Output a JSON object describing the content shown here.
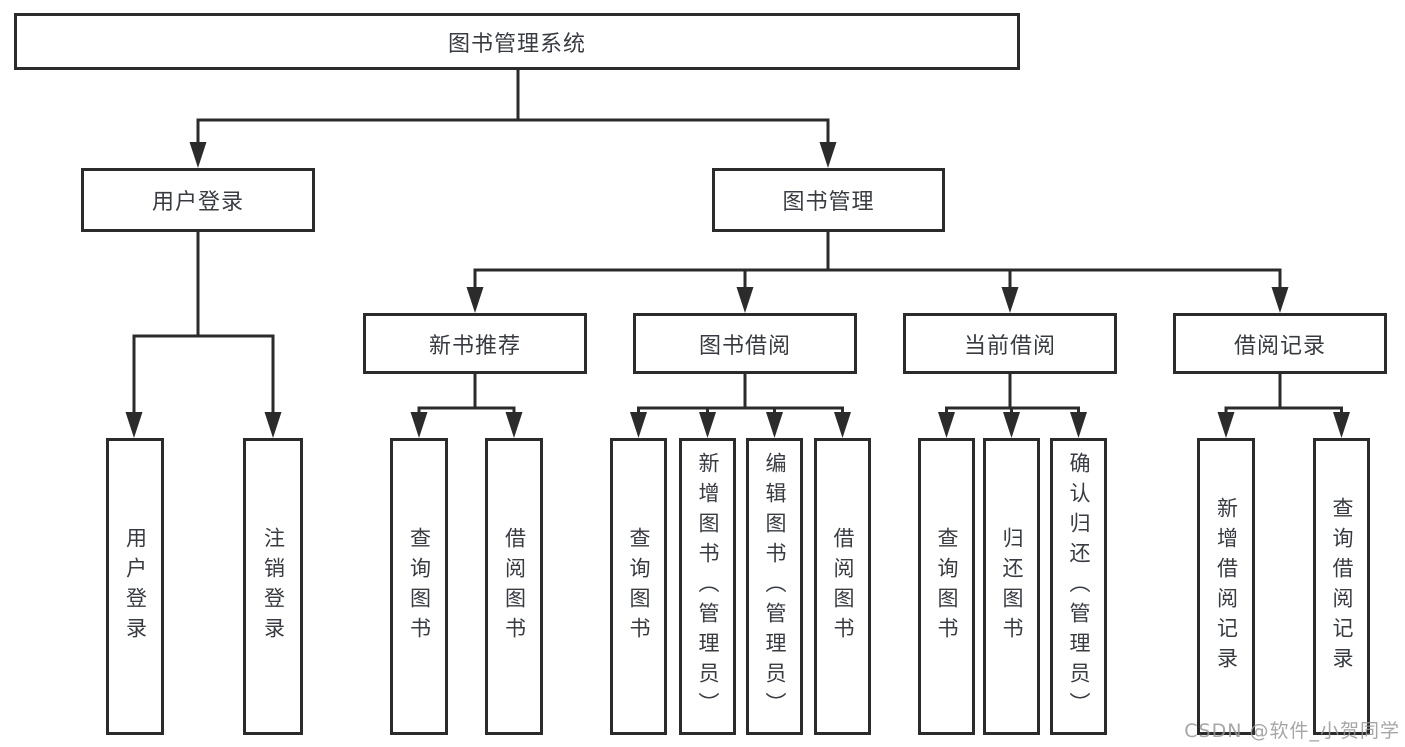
{
  "diagram_title": "图书管理系统",
  "colors": {
    "border": "#2b2b2b",
    "text": "#383c42",
    "background": "#ffffff",
    "watermark": "#969696"
  },
  "nodes": {
    "root": {
      "label": "图书管理系统"
    },
    "user_login": {
      "label": "用户登录"
    },
    "book_mgmt": {
      "label": "图书管理"
    },
    "new_book_rec": {
      "label": "新书推荐"
    },
    "book_borrow": {
      "label": "图书借阅"
    },
    "current_borrow": {
      "label": "当前借阅"
    },
    "borrow_records": {
      "label": "借阅记录"
    },
    "leaves": {
      "login_user_login": {
        "label": "用户登录"
      },
      "login_logout": {
        "label": "注销登录"
      },
      "rec_query_books": {
        "label": "查询图书"
      },
      "rec_borrow_books": {
        "label": "借阅图书"
      },
      "bb_query_books": {
        "label": "查询图书"
      },
      "bb_add_books": {
        "label": "新增图书（管理员）"
      },
      "bb_edit_books": {
        "label": "编辑图书（管理员）"
      },
      "bb_borrow_books": {
        "label": "借阅图书"
      },
      "cb_query_books": {
        "label": "查询图书"
      },
      "cb_return_books": {
        "label": "归还图书"
      },
      "cb_confirm_return": {
        "label": "确认归还（管理员）"
      },
      "br_add_record": {
        "label": "新增借阅记录"
      },
      "br_query_record": {
        "label": "查询借阅记录"
      }
    }
  },
  "hierarchy": {
    "图书管理系统": {
      "用户登录": [
        "用户登录",
        "注销登录"
      ],
      "图书管理": {
        "新书推荐": [
          "查询图书",
          "借阅图书"
        ],
        "图书借阅": [
          "查询图书",
          "新增图书（管理员）",
          "编辑图书（管理员）",
          "借阅图书"
        ],
        "当前借阅": [
          "查询图书",
          "归还图书",
          "确认归还（管理员）"
        ],
        "借阅记录": [
          "新增借阅记录",
          "查询借阅记录"
        ]
      }
    }
  },
  "watermark": {
    "text": "CSDN @软件_小贺同学"
  }
}
